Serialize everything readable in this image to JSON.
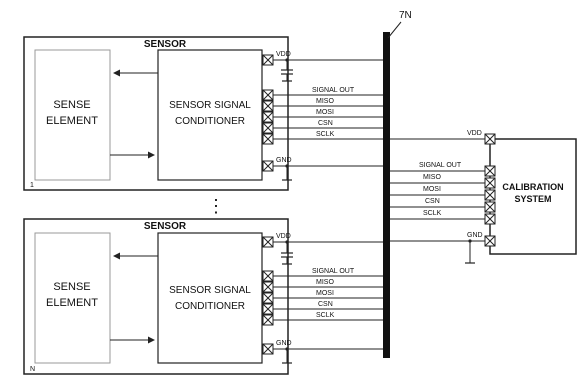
{
  "bus": {
    "label": "7N"
  },
  "sensor_top": {
    "title": "SENSOR",
    "index": "1",
    "sense_element": [
      "SENSE",
      "ELEMENT"
    ],
    "conditioner": [
      "SENSOR SIGNAL",
      "CONDITIONER"
    ],
    "vdd": "VDD",
    "gnd": "GND",
    "signals": [
      "SIGNAL OUT",
      "MISO",
      "MOSI",
      "CSN",
      "SCLK"
    ]
  },
  "ellipsis": "⋮",
  "sensor_bottom": {
    "title": "SENSOR",
    "index": "N",
    "sense_element": [
      "SENSE",
      "ELEMENT"
    ],
    "conditioner": [
      "SENSOR SIGNAL",
      "CONDITIONER"
    ],
    "vdd": "VDD",
    "gnd": "GND",
    "signals": [
      "SIGNAL OUT",
      "MISO",
      "MOSI",
      "CSN",
      "SCLK"
    ]
  },
  "calibration": {
    "title": [
      "CALIBRATION",
      "SYSTEM"
    ],
    "vdd": "VDD",
    "gnd": "GND",
    "signals": [
      "SIGNAL OUT",
      "MISO",
      "MOSI",
      "CSN",
      "SCLK"
    ]
  }
}
